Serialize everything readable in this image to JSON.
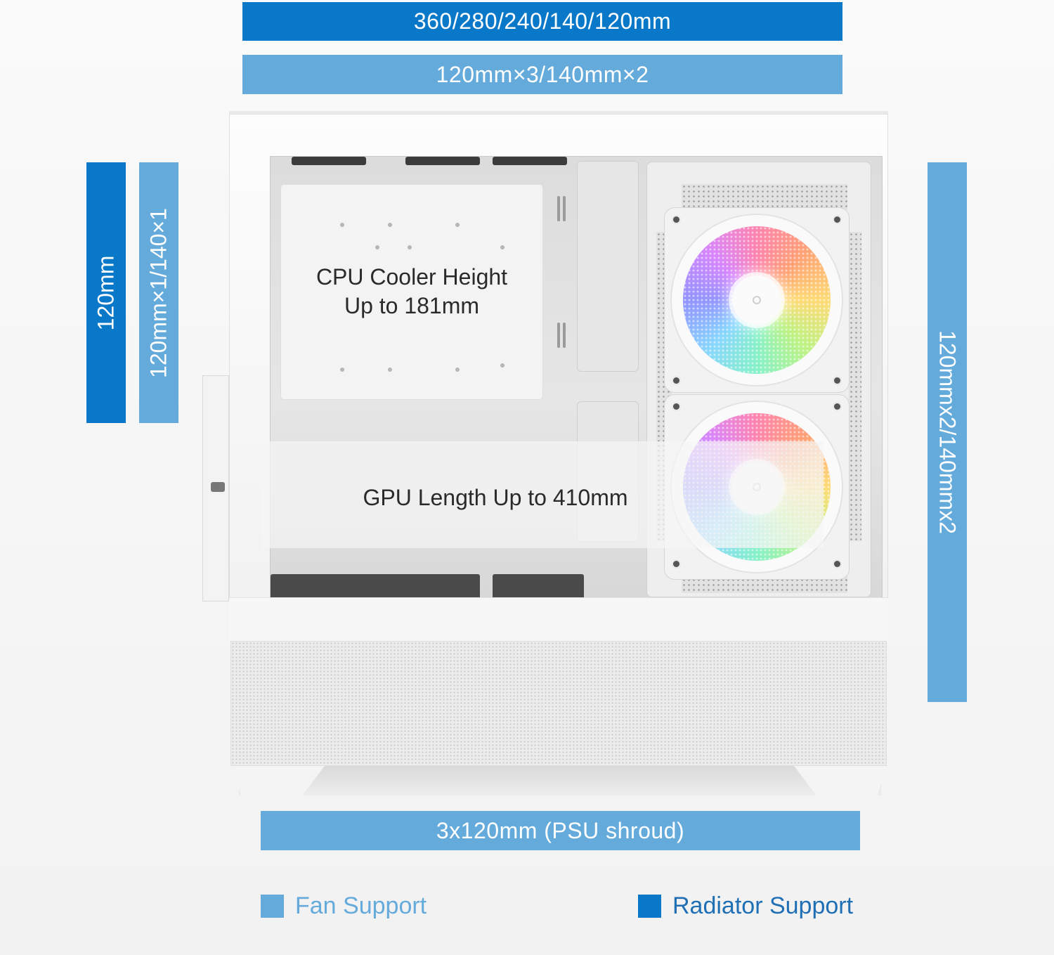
{
  "top_bars": {
    "radiator": "360/280/240/140/120mm",
    "fan": "120mm×3/140mm×2"
  },
  "rear_bars": {
    "radiator": "120mm",
    "fan": "120mm×1/140×1"
  },
  "front_bar": {
    "radiator": "120mmx2/140mmx2"
  },
  "bottom_bar": {
    "fan": "3x120mm (PSU shroud)"
  },
  "overlays": {
    "cpu_line1": "CPU Cooler Height",
    "cpu_line2": "Up to 181mm",
    "gpu": "GPU Length Up to 410mm"
  },
  "legend": {
    "fan_label": "Fan Support",
    "radiator_label": "Radiator Support"
  },
  "colors": {
    "radiator_support": "#0a78c9",
    "fan_support": "#64aadb",
    "legend_text": "#3d83c4"
  }
}
